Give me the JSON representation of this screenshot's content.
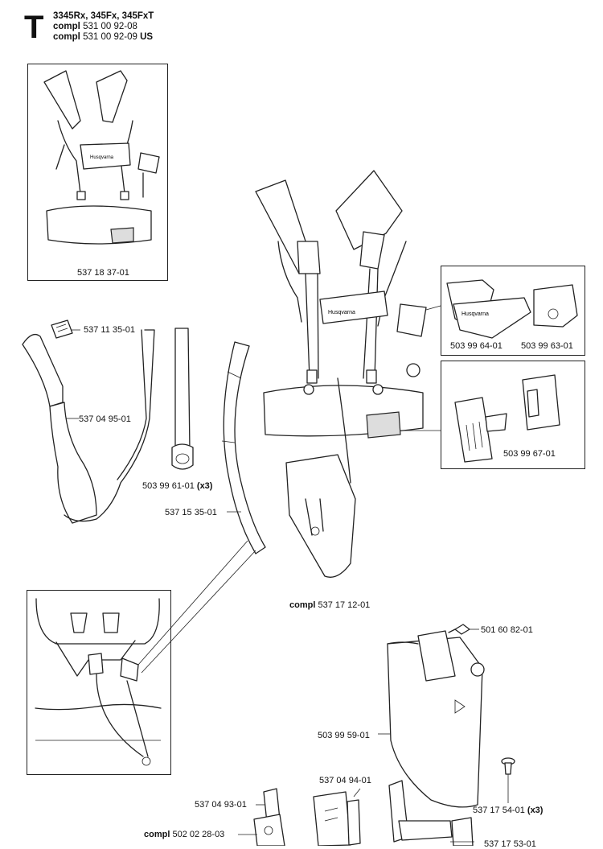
{
  "header": {
    "letter": "T",
    "models": "3345Rx, 345Fx, 345FxT",
    "line2_prefix": "compl",
    "line2_part": "531 00 92-08",
    "line3_prefix": "compl",
    "line3_part": "531 00 92-09",
    "line3_suffix": "US"
  },
  "brand": "Husqvarna",
  "parts": {
    "harness_inset": "537 18 37-01",
    "buckle_small": "537 11 35-01",
    "strap_left": "537 04 95-01",
    "strap_loop": "503 99 61-01",
    "strap_loop_qty": "(x3)",
    "strap_curved": "537 15 35-01",
    "pad_left": "503 99 64-01",
    "pad_right": "503 99 63-01",
    "buckle_set": "503 99 67-01",
    "harness_compl_prefix": "compl",
    "harness_compl": "537 17 12-01",
    "pin": "501 60 82-01",
    "cover": "503 99 59-01",
    "screw": "537 17 54-01",
    "screw_qty": "(x3)",
    "clip_a": "537 04 94-01",
    "clip_b": "537 04 93-01",
    "compl_bottom_prefix": "compl",
    "compl_bottom": "502 02 28-03",
    "bracket": "537 17 53-01"
  }
}
